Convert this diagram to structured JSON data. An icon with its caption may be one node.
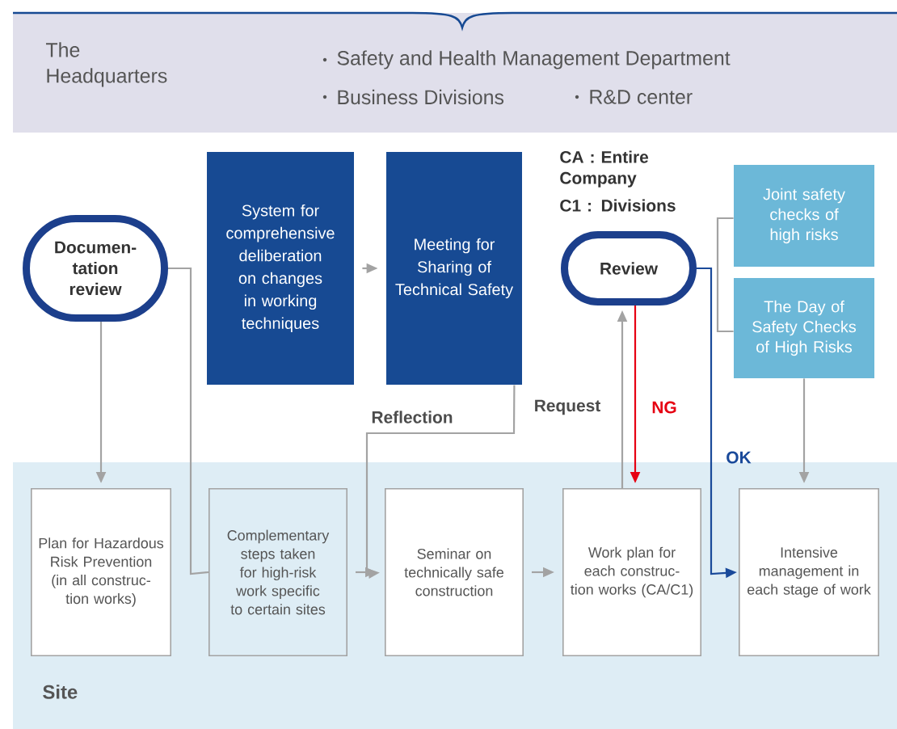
{
  "diagram": {
    "nodes": [
      {
        "text": [
          "The Headquarters",
          "Safety and Health Management Department",
          "Business Divisions",
          "R&D center"
        ]
      },
      {
        "text": [
          "Documen- tation review"
        ]
      },
      {
        "text": [
          "System for comprehensive deliberation on changes in working techniques"
        ]
      },
      {
        "text": [
          "Meeting for Sharing of Technical Safety"
        ]
      },
      {
        "text": [
          "Review"
        ],
        "beside": [
          "CA : Entire Company",
          "C1 : Divisions"
        ]
      },
      {
        "text": [
          "Joint safety checks of high risks"
        ]
      },
      {
        "text": [
          "The Day of Safety Checks of High Risks"
        ]
      },
      {
        "text": [
          "Site"
        ]
      },
      {
        "text": [
          "Plan for Hazardous Risk Prevention (in all construc- tion works)"
        ],
        "in": 7
      },
      {
        "text": [
          "Complementary steps taken for high-risk work specific to certain sites"
        ],
        "in": 7
      },
      {
        "text": [
          "Seminar on technically safe construction"
        ],
        "in": 7
      },
      {
        "text": [
          "Work plan for each construc- tion works (CA/C1)"
        ],
        "in": 7
      },
      {
        "text": [
          "Intensive management in each stage of work"
        ],
        "in": 7
      }
    ],
    "edges": [
      {
        "from": 1,
        "to": 8,
        "arrow": "to"
      },
      {
        "from": 1,
        "to": 9,
        "arrow": "none"
      },
      {
        "from": 2,
        "to": 3,
        "arrow": "to"
      },
      {
        "from": 3,
        "to": 10,
        "arrow": "to",
        "label": "Reflection"
      },
      {
        "from": 9,
        "to": 10,
        "arrow": "to"
      },
      {
        "from": 10,
        "to": 11,
        "arrow": "to"
      },
      {
        "from": 11,
        "to": 4,
        "arrow": "to",
        "label": "Request"
      },
      {
        "from": 4,
        "to": 11,
        "arrow": "to",
        "label": "NG",
        "color": "#e60012"
      },
      {
        "from": 4,
        "to": 12,
        "arrow": "to",
        "label": "OK",
        "color": "#1a4a9a"
      },
      {
        "from": 6,
        "to": 12,
        "arrow": "to"
      },
      {
        "from": 5,
        "to": 6,
        "arrow": "none"
      }
    ]
  }
}
